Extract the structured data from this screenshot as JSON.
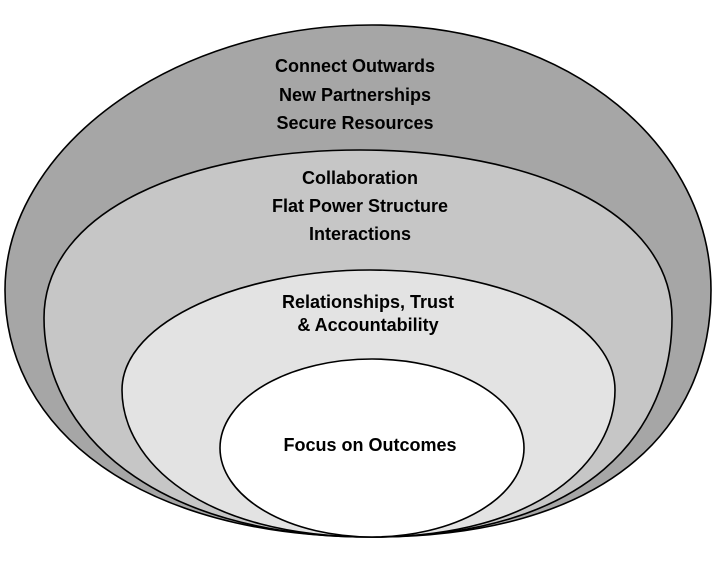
{
  "layers": [
    {
      "id": "outer",
      "fill": "#a6a6a6",
      "lines": [
        "Connect Outwards",
        "New Partnerships",
        "Secure Resources"
      ]
    },
    {
      "id": "second",
      "fill": "#c6c6c6",
      "lines": [
        "Collaboration",
        "Flat Power Structure",
        "Interactions"
      ]
    },
    {
      "id": "third",
      "fill": "#e3e3e3",
      "lines": [
        "Relationships, Trust",
        "& Accountability"
      ]
    },
    {
      "id": "core",
      "fill": "#ffffff",
      "lines": [
        "Focus on Outcomes"
      ]
    }
  ]
}
